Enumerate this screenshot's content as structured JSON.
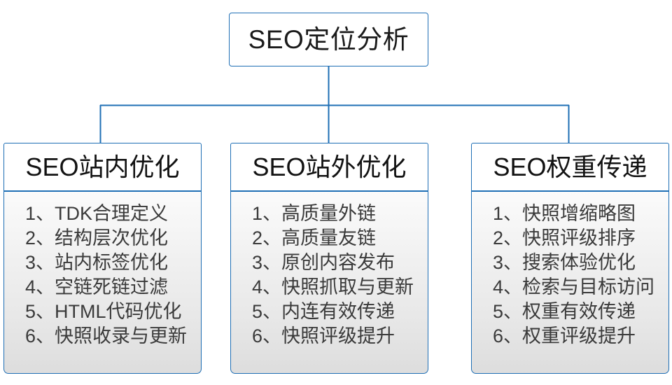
{
  "diagram": {
    "type": "organizational-tree",
    "orientation": "top-down",
    "colors": {
      "border": "#1F6FB5",
      "connector": "#1F6FB5",
      "header_background": "#FFFFFF",
      "body_background_top": "#FBFBFB",
      "body_background_bottom": "#DDDDDD",
      "title_text": "#121212",
      "item_text": "#3A3A3A"
    },
    "root": {
      "label": "SEO定位分析"
    },
    "branches": [
      {
        "title": "SEO站内优化",
        "items": [
          {
            "index": "1、",
            "text": "TDK合理定义"
          },
          {
            "index": "2、",
            "text": "结构层次优化"
          },
          {
            "index": "3、",
            "text": "站内标签优化"
          },
          {
            "index": "4、",
            "text": "空链死链过滤"
          },
          {
            "index": "5、",
            "text": "HTML代码优化"
          },
          {
            "index": "6、",
            "text": "快照收录与更新"
          }
        ]
      },
      {
        "title": "SEO站外优化",
        "items": [
          {
            "index": "1、",
            "text": "高质量外链"
          },
          {
            "index": "2、",
            "text": "高质量友链"
          },
          {
            "index": "3、",
            "text": "原创内容发布"
          },
          {
            "index": "4、",
            "text": "快照抓取与更新"
          },
          {
            "index": "5、",
            "text": "内连有效传递"
          },
          {
            "index": "6、",
            "text": "快照评级提升"
          }
        ]
      },
      {
        "title": "SEO权重传递",
        "items": [
          {
            "index": "1、",
            "text": "快照增缩略图"
          },
          {
            "index": "2、",
            "text": "快照评级排序"
          },
          {
            "index": "3、",
            "text": "搜索体验优化"
          },
          {
            "index": "4、",
            "text": "检索与目标访问"
          },
          {
            "index": "5、",
            "text": "权重有效传递"
          },
          {
            "index": "6、",
            "text": "权重评级提升"
          }
        ]
      }
    ]
  }
}
